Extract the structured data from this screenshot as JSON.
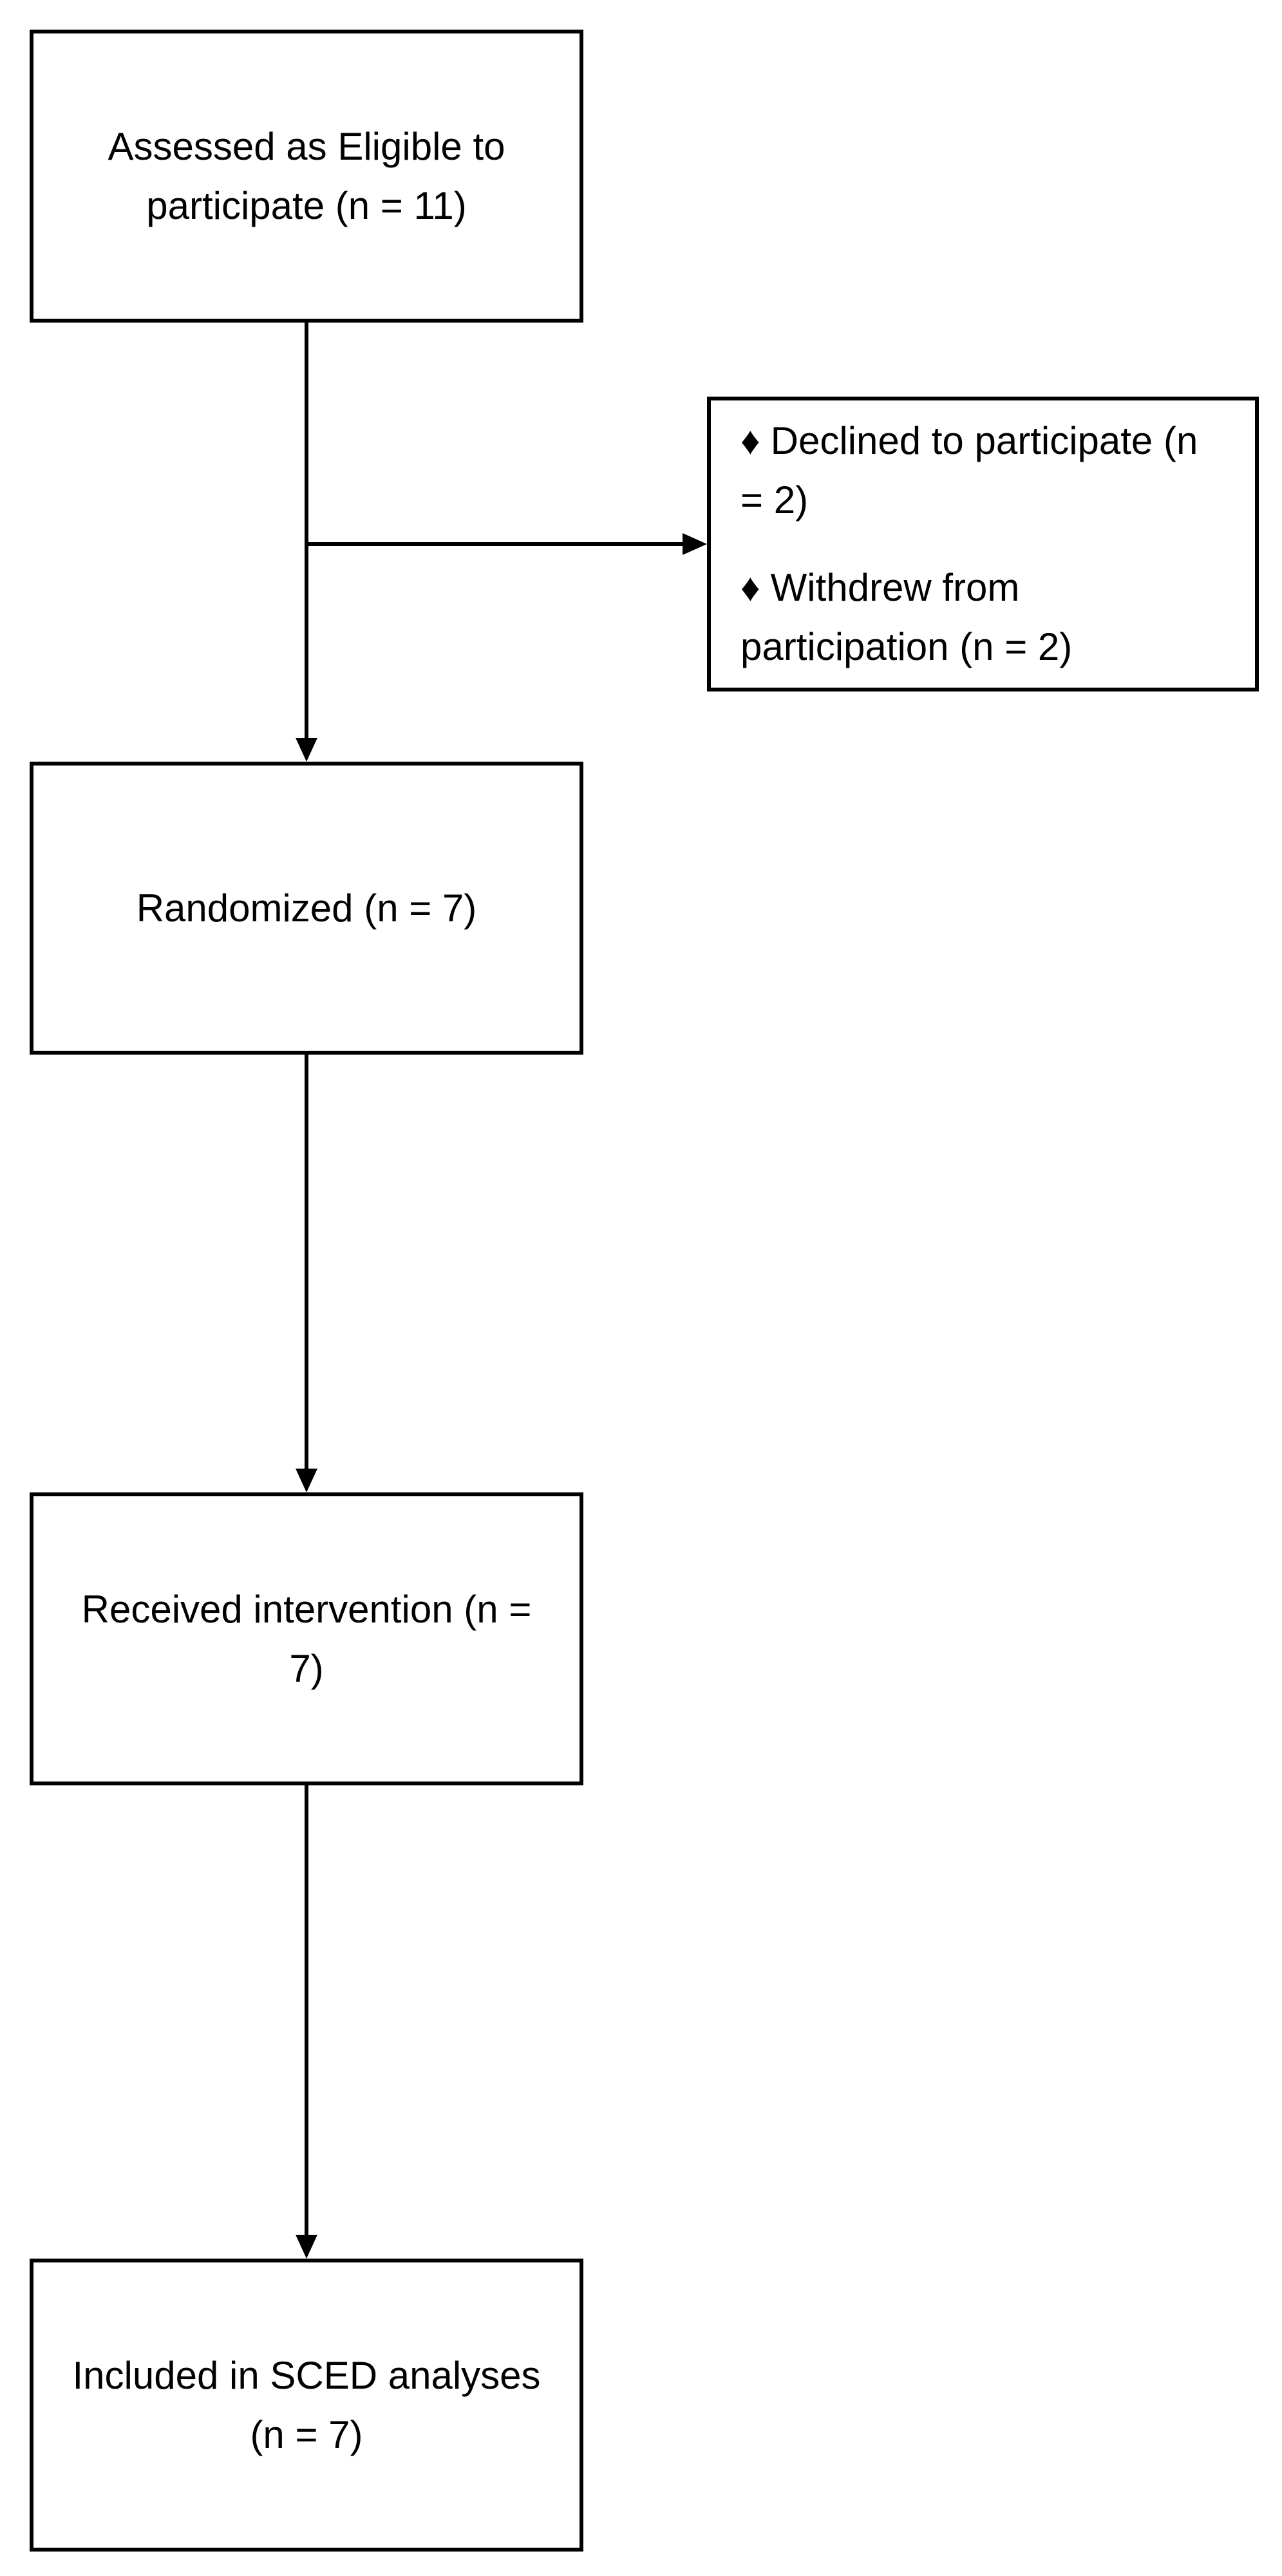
{
  "diagram": {
    "boxes": {
      "eligible": {
        "text": "Assessed as Eligible to participate (n = 11)"
      },
      "exclusions": {
        "items": [
          {
            "bullet": "♦",
            "text": "Declined to participate (n = 2)"
          },
          {
            "bullet": "♦",
            "text": "Withdrew from participation (n = 2)"
          }
        ]
      },
      "randomized": {
        "text": "Randomized (n = 7)"
      },
      "received": {
        "text": "Received intervention (n = 7)"
      },
      "included": {
        "text": "Included in SCED analyses (n = 7)"
      }
    },
    "style": {
      "line_color": "#000000",
      "box_border_color": "#000000",
      "background": "#ffffff"
    }
  }
}
